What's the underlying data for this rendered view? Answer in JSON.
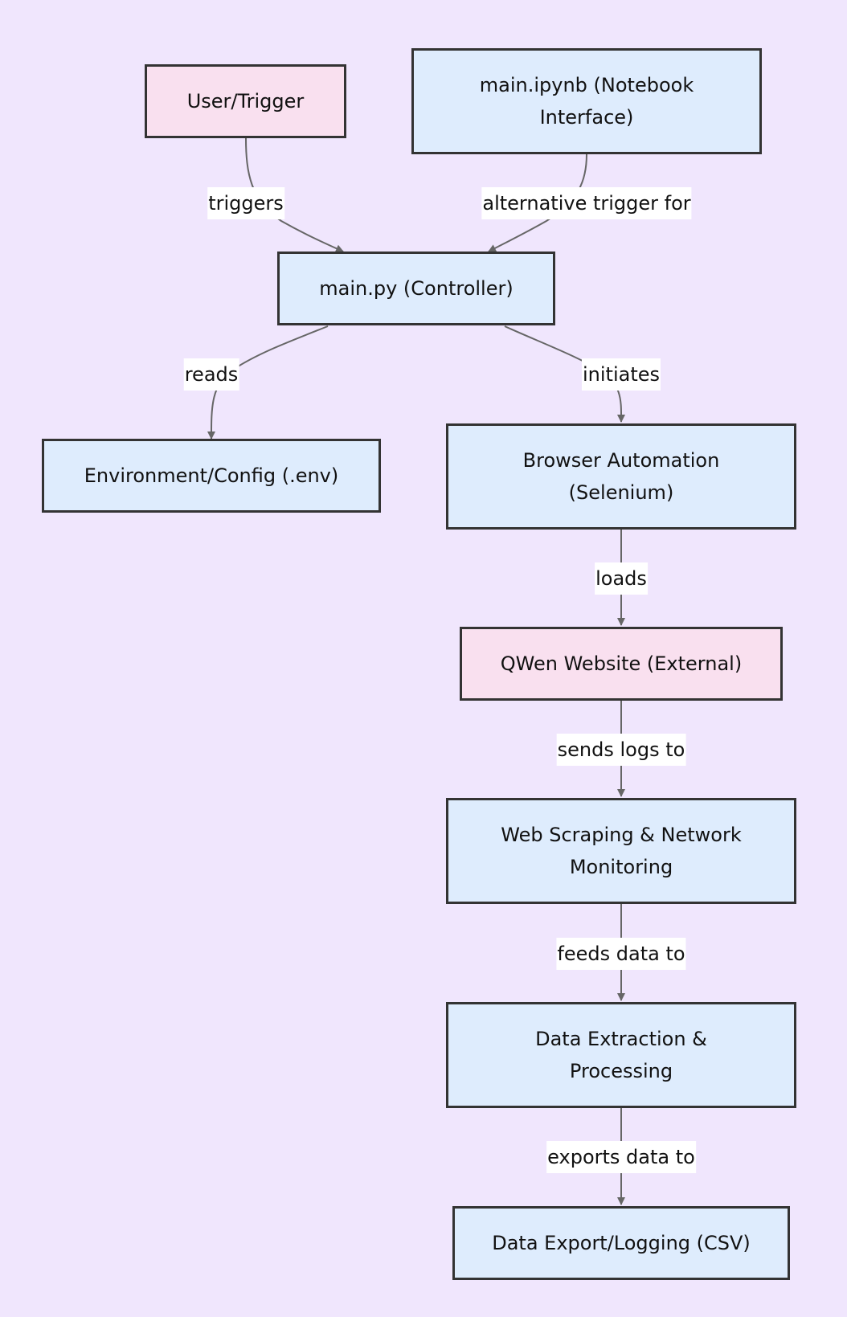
{
  "colors": {
    "background": "#f0e6fd",
    "node_external": "#f9e0ef",
    "node_internal": "#deecfd",
    "node_border": "#333333",
    "edge": "#666666"
  },
  "nodes": {
    "user_trigger": "User/Trigger",
    "notebook": "main.ipynb (Notebook Interface)",
    "controller": "main.py (Controller)",
    "env_config": "Environment/Config (.env)",
    "browser": "Browser Automation (Selenium)",
    "qwen": "QWen Website (External)",
    "scraping": "Web Scraping & Network Monitoring",
    "extraction": "Data Extraction & Processing",
    "export": "Data Export/Logging (CSV)"
  },
  "edges": {
    "triggers": "triggers",
    "alternative": "alternative trigger for",
    "reads": "reads",
    "initiates": "initiates",
    "loads": "loads",
    "sends_logs": "sends logs to",
    "feeds": "feeds data to",
    "exports": "exports data to"
  }
}
